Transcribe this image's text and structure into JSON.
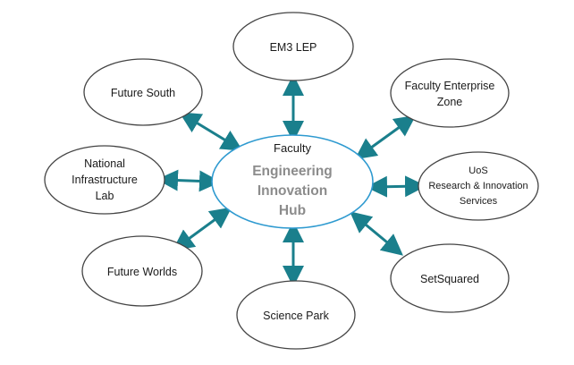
{
  "hub": {
    "label_top": "Faculty",
    "label_lines": [
      "Engineering",
      "Innovation",
      "Hub"
    ]
  },
  "nodes": {
    "em3_lep": {
      "lines": [
        "EM3 LEP"
      ]
    },
    "future_south": {
      "lines": [
        "Future South"
      ]
    },
    "faculty_enterprise_zone": {
      "lines": [
        "Faculty Enterprise",
        "Zone"
      ]
    },
    "national_infrastructure_lab": {
      "lines": [
        "National",
        "Infrastructure",
        "Lab"
      ]
    },
    "uos_research_innovation": {
      "lines": [
        "UoS",
        "Research & Innovation",
        "Services"
      ]
    },
    "future_worlds": {
      "lines": [
        "Future Worlds"
      ]
    },
    "setsquared": {
      "lines": [
        "SetSquared"
      ]
    },
    "science_park": {
      "lines": [
        "Science Park"
      ]
    }
  },
  "colors": {
    "connector": "#1a7f8c",
    "hub_border": "#2e9ad0",
    "hub_text": "#8c8c8c",
    "node_border": "#444444"
  }
}
